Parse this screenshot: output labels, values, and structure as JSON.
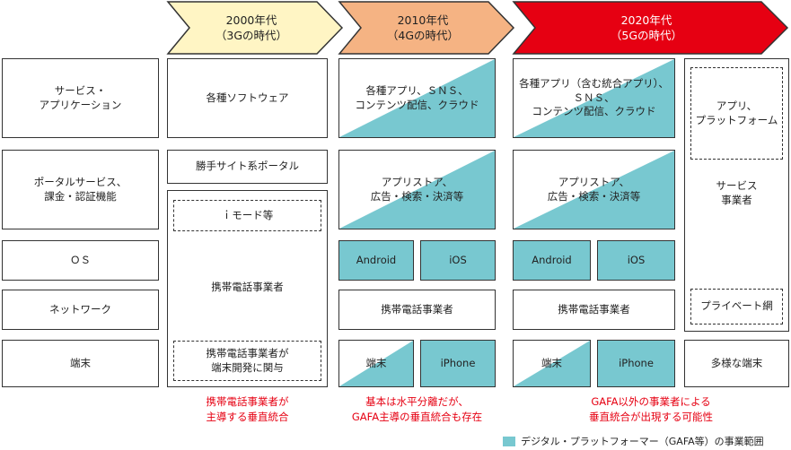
{
  "colors": {
    "teal": "#78c8d0",
    "red_era": "#e60012",
    "orange_era": "#f5b383",
    "yellow_era": "#fff5c4",
    "caption_red": "#e60012"
  },
  "eras": [
    {
      "title": "2000年代\n（3Gの時代）"
    },
    {
      "title": "2010年代\n（4Gの時代）"
    },
    {
      "title": "2020年代\n（5Gの時代）"
    }
  ],
  "layers": {
    "service_app": "サービス・\nアプリケーション",
    "portal": "ポータルサービス、\n課金・認証機能",
    "os": "ＯＳ",
    "network": "ネットワーク",
    "device": "端末"
  },
  "col2000": {
    "software": "各種ソフトウェア",
    "portal": "勝手サイト系ポータル",
    "imode": "ｉモード等",
    "carrier": "携帯電話事業者",
    "device_dev": "携帯電話事業者が\n端末開発に関与"
  },
  "col2010": {
    "apps": "各種アプリ、ＳＮＳ、\nコンテンツ配信、クラウド",
    "store": "アプリストア、\n広告・検索・決済等",
    "android": "Android",
    "ios": "iOS",
    "carrier": "携帯電話事業者",
    "device": "端末",
    "iphone": "iPhone"
  },
  "col2020": {
    "apps": "各種アプリ（含む統合アプリ）、\nＳＮＳ、\nコンテンツ配信、クラウド",
    "store": "アプリストア、\n広告・検索・決済等",
    "android": "Android",
    "ios": "iOS",
    "carrier": "携帯電話事業者",
    "device": "端末",
    "iphone": "iPhone"
  },
  "col2020b": {
    "app_platform": "アプリ、\nプラットフォーム",
    "service_provider": "サービス\n事業者",
    "private_net": "プライベート網",
    "diverse_devices": "多様な端末"
  },
  "captions": {
    "c2000": "携帯電話事業者が\n主導する垂直統合",
    "c2010": "基本は水平分離だが、\nGAFA主導の垂直統合も存在",
    "c2020": "GAFA以外の事業者による\n垂直統合が出現する可能性"
  },
  "legend": {
    "label": "デジタル・プラットフォーマー（GAFA等）の事業範囲"
  }
}
